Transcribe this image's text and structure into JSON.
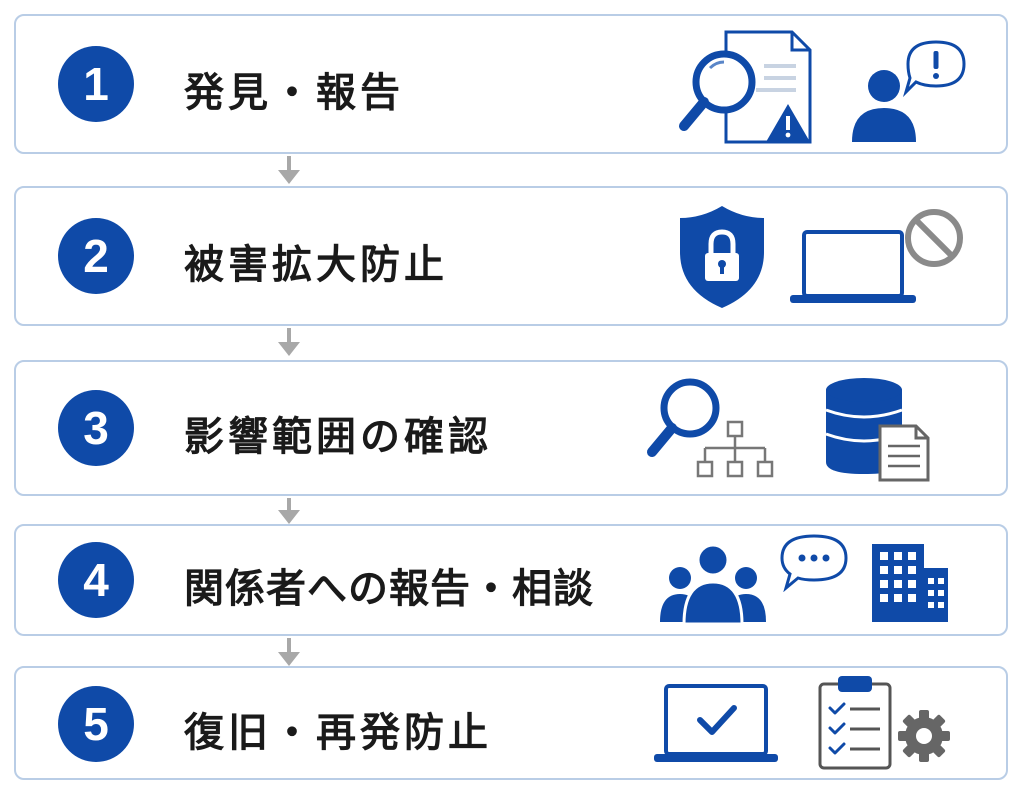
{
  "steps": [
    {
      "number": "1",
      "title": "発見・報告",
      "icons": [
        "magnifier-document-warning-icon",
        "person-alert-speech-icon"
      ]
    },
    {
      "number": "2",
      "title": "被害拡大防止",
      "icons": [
        "shield-lock-icon",
        "laptop-blocked-icon"
      ]
    },
    {
      "number": "3",
      "title": "影響範囲の確認",
      "icons": [
        "magnifier-network-icon",
        "database-document-icon"
      ]
    },
    {
      "number": "4",
      "title": "関係者への報告・相談",
      "icons": [
        "group-people-icon",
        "chat-bubble-icon",
        "office-building-icon"
      ]
    },
    {
      "number": "5",
      "title": "復旧・再発防止",
      "icons": [
        "laptop-check-icon",
        "clipboard-checklist-icon",
        "gear-icon"
      ]
    }
  ],
  "colors": {
    "primary": "#0f4aa8",
    "border": "#b9cde6",
    "arrow": "#a8a8a8",
    "gray_icon": "#7a7a7a",
    "text": "#1a1a1a"
  }
}
